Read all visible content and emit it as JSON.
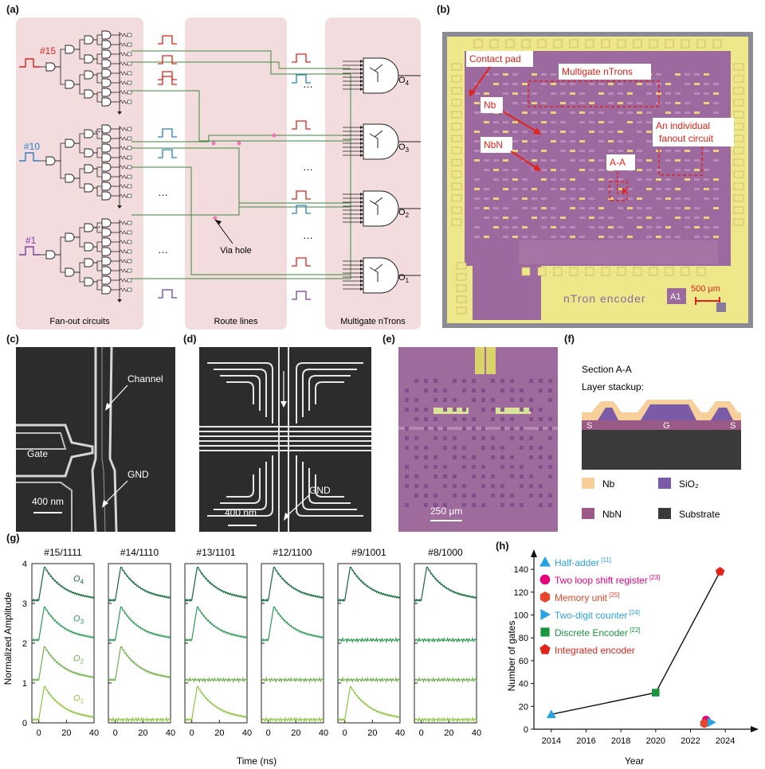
{
  "labels": {
    "a": "(a)",
    "b": "(b)",
    "c": "(c)",
    "d": "(d)",
    "e": "(e)",
    "f": "(f)",
    "g": "(g)",
    "h": "(h)"
  },
  "panel_a": {
    "inputs": [
      "#15",
      "#10",
      "#1"
    ],
    "input_colors": [
      "#e2231a",
      "#2a7fc4",
      "#7b3fa0"
    ],
    "sections": [
      "Fan-out circuits",
      "Route lines",
      "Multigate nTrons"
    ],
    "outputs": [
      "O",
      "O",
      "O",
      "O"
    ],
    "output_subs": [
      "4",
      "3",
      "2",
      "1"
    ],
    "via": "Via hole",
    "dots": "…"
  },
  "panel_b": {
    "callouts": [
      "Contact pad",
      "Multigate nTrons",
      "Nb",
      "NbN",
      "An individual",
      "fanout circuit",
      "A-A"
    ],
    "chip_label": "nTron  encoder",
    "chip_id": "A1",
    "scale": "500 μm"
  },
  "panel_c": {
    "labels": [
      "Channel",
      "Gate",
      "GND"
    ],
    "scale": "400 nm"
  },
  "panel_d": {
    "labels": [
      "GND"
    ],
    "scale": "400 nm"
  },
  "panel_e": {
    "scale": "250 μm"
  },
  "panel_f": {
    "title": "Section A-A",
    "subtitle": "Layer stackup:",
    "letters": [
      "S",
      "G",
      "S"
    ],
    "legend": [
      {
        "name": "Nb",
        "color": "#f6cf9b"
      },
      {
        "name": "SiO₂",
        "color": "#7b5aa8"
      },
      {
        "name": "NbN",
        "color": "#9a5a86"
      },
      {
        "name": "Substrate",
        "color": "#3a3a3a"
      }
    ]
  },
  "chart_data": [
    {
      "type": "line",
      "panel": "g",
      "ylabel": "Normalized Amplitude",
      "xlabel": "Time (ns)",
      "xlim": [
        -5,
        40
      ],
      "ylim": [
        0,
        4
      ],
      "x_ticks": [
        0,
        20,
        40
      ],
      "y_ticks": [
        0,
        1,
        2,
        3,
        4
      ],
      "subplot_titles": [
        "#15/1111",
        "#14/1110",
        "#13/1101",
        "#12/1100",
        "#9/1001",
        "#8/1000"
      ],
      "series": [
        {
          "name": "O4",
          "label_main": "O",
          "label_sub": "4",
          "baseline": 3,
          "color": "#0f6b3a",
          "pattern": [
            1,
            1,
            1,
            1,
            1,
            1
          ]
        },
        {
          "name": "O3",
          "label_main": "O",
          "label_sub": "3",
          "baseline": 2,
          "color": "#2f9a55",
          "pattern": [
            1,
            1,
            1,
            1,
            0,
            0
          ]
        },
        {
          "name": "O2",
          "label_main": "O",
          "label_sub": "2",
          "baseline": 1,
          "color": "#6fb04a",
          "pattern": [
            1,
            1,
            0,
            0,
            0,
            0
          ]
        },
        {
          "name": "O1",
          "label_main": "O",
          "label_sub": "1",
          "baseline": 0,
          "color": "#8cc63f",
          "pattern": [
            1,
            0,
            1,
            0,
            1,
            0
          ]
        }
      ]
    },
    {
      "type": "scatter",
      "panel": "h",
      "xlabel": "Year",
      "ylabel": "Number of gates",
      "xlim": [
        2013,
        2025
      ],
      "ylim": [
        0,
        145
      ],
      "x_ticks": [
        2014,
        2016,
        2018,
        2020,
        2022,
        2024
      ],
      "y_ticks": [
        0,
        20,
        40,
        60,
        80,
        100,
        120,
        140
      ],
      "series": [
        {
          "name": "Half-adder",
          "ref": "[11]",
          "x": 2014,
          "y": 13,
          "color": "#29a3e0",
          "marker": "triangle-up"
        },
        {
          "name": "Two loop shift register",
          "ref": "[23]",
          "x": 2022.9,
          "y": 8,
          "color": "#e6007e",
          "marker": "circle"
        },
        {
          "name": "Memory unit",
          "ref": "[25]",
          "x": 2022.8,
          "y": 5,
          "color": "#e8452c",
          "marker": "hexagon"
        },
        {
          "name": "Two-digit counter",
          "ref": "[24]",
          "x": 2023.2,
          "y": 6,
          "color": "#29a3e0",
          "marker": "triangle-right"
        },
        {
          "name": "Discrete  Encoder",
          "ref": "[22]",
          "x": 2020,
          "y": 32,
          "color": "#1a9641",
          "marker": "square"
        },
        {
          "name": "Integrated encoder",
          "ref": "",
          "x": 2023.7,
          "y": 138,
          "color": "#e2231a",
          "marker": "pentagon"
        }
      ],
      "trend_line": {
        "x": [
          2014,
          2020,
          2023.7
        ],
        "y": [
          13,
          32,
          138
        ]
      }
    }
  ]
}
